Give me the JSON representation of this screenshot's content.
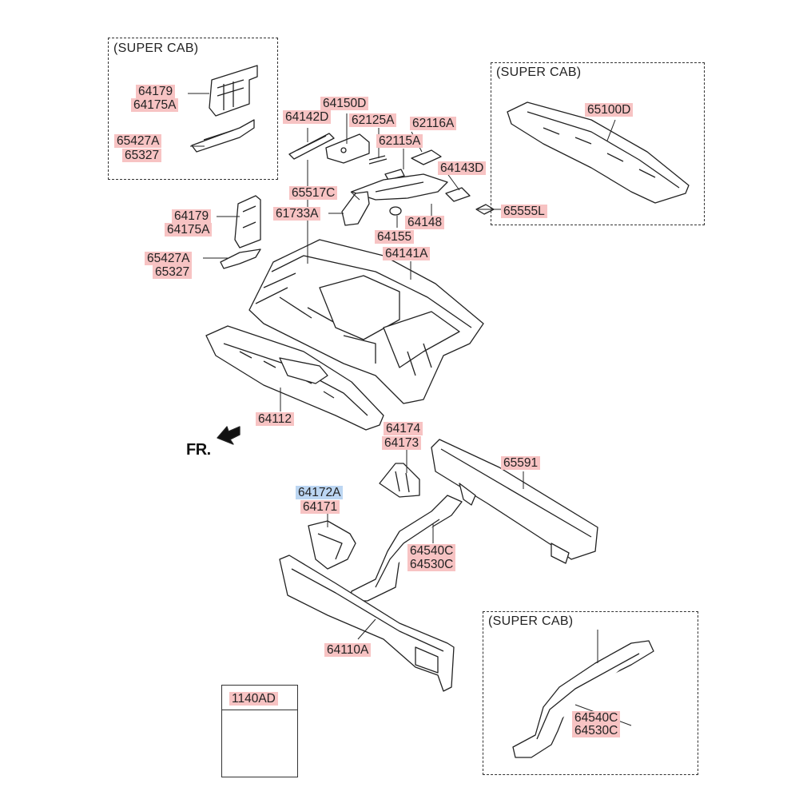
{
  "insets": {
    "top_left_title": "(SUPER CAB)",
    "top_right_title": "(SUPER CAB)",
    "bottom_right_title": "(SUPER CAB)"
  },
  "direction_label": "FR.",
  "hardware_box_label": "1140AD",
  "parts": {
    "p64179_a": "64179",
    "p64175A_a": "64175A",
    "p65427A_a": "65427A",
    "p65327_a": "65327",
    "p64150D": "64150D",
    "p64142D": "64142D",
    "p62125A": "62125A",
    "p62116A": "62116A",
    "p62115A": "62115A",
    "p64143D": "64143D",
    "p65517C": "65517C",
    "p61733A": "61733A",
    "p64148": "64148",
    "p65555L": "65555L",
    "p64155": "64155",
    "p64141A": "64141A",
    "p65100D": "65100D",
    "p64179_b": "64179",
    "p64175A_b": "64175A",
    "p65427A_b": "65427A",
    "p65327_b": "65327",
    "p64112": "64112",
    "p64174": "64174",
    "p64173": "64173",
    "p65591": "65591",
    "p64172A": "64172A",
    "p64171": "64171",
    "p64540C_a": "64540C",
    "p64530C_a": "64530C",
    "p64110A": "64110A",
    "p64540C_b": "64540C",
    "p64530C_b": "64530C"
  },
  "colors": {
    "label_highlight": "#f7c3c3",
    "selected_highlight": "#bcd6f2",
    "line": "#222222"
  }
}
